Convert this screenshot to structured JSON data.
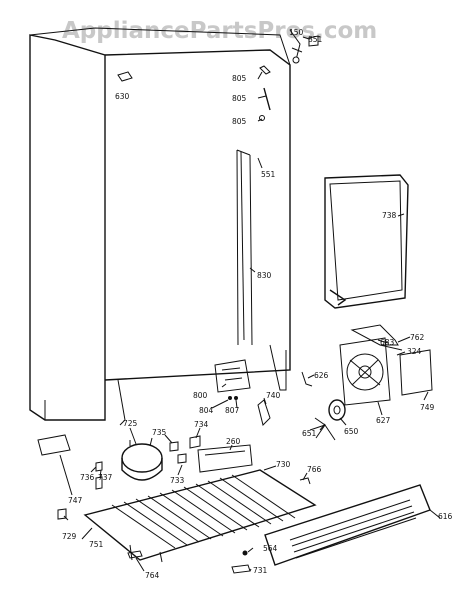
{
  "watermark": "AppliancePartsPros.com",
  "parts": {
    "p150": "150",
    "p851": "851",
    "p630": "630",
    "p805a": "805",
    "p805b": "805",
    "p805c": "805",
    "p551": "551",
    "p738": "738",
    "p830": "830",
    "p762": "762",
    "p683": "683",
    "p324": "324",
    "p800": "800",
    "p626": "626",
    "p804": "804",
    "p807": "807",
    "p740": "740",
    "p749": "749",
    "p627": "627",
    "p725": "725",
    "p735": "735",
    "p734": "734",
    "p651": "651",
    "p650": "650",
    "p260": "260",
    "p730": "730",
    "p766": "766",
    "p736": "736",
    "p737": "737",
    "p733": "733",
    "p747": "747",
    "p616": "616",
    "p729": "729",
    "p751": "751",
    "p564": "564",
    "p731": "731",
    "p764": "764"
  }
}
